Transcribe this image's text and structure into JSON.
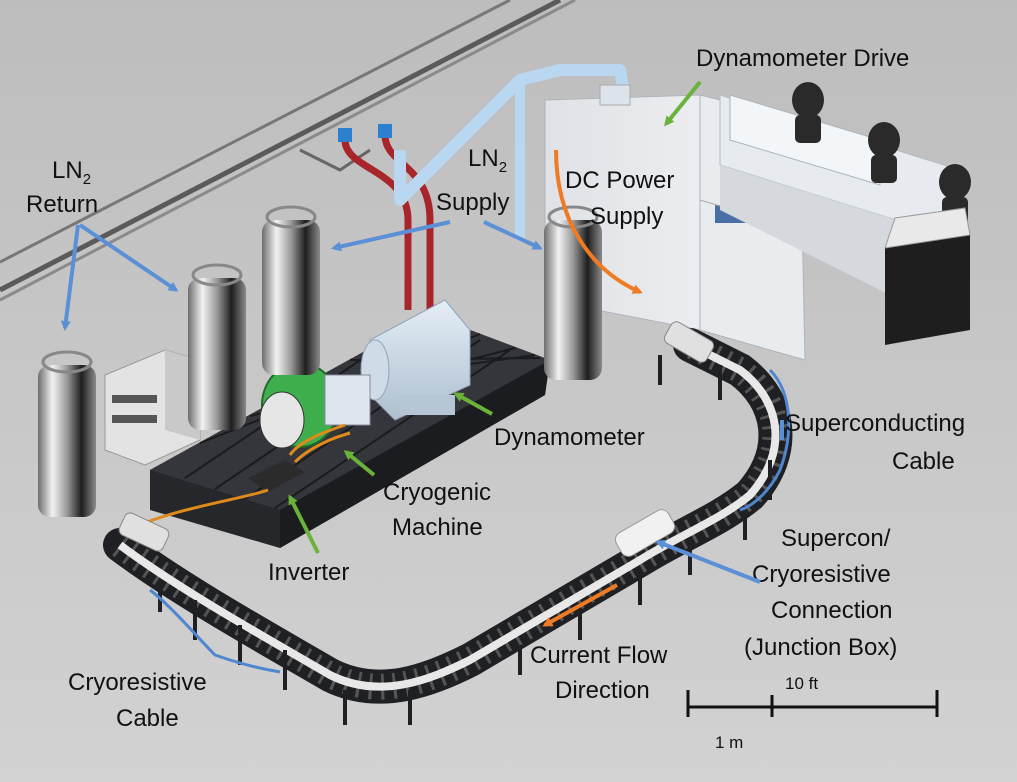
{
  "labels": {
    "dynamometer_drive": "Dynamometer Drive",
    "ln2_return": {
      "line1": "LN",
      "sub": "2",
      "line2": "Return"
    },
    "ln2_supply": {
      "line1": "LN",
      "sub": "2",
      "line2": "Supply"
    },
    "dc_power_supply": {
      "line1": "DC Power",
      "line2": "Supply"
    },
    "dynamometer": "Dynamometer",
    "superconducting_cable": {
      "line1": "Superconducting",
      "line2": "Cable"
    },
    "cryogenic_machine": {
      "line1": "Cryogenic",
      "line2": "Machine"
    },
    "inverter": "Inverter",
    "junction": {
      "line1": "Supercon/",
      "line2": "Cryoresistive",
      "line3": "Connection",
      "line4": "(Junction Box)"
    },
    "current_flow": {
      "line1": "Current Flow",
      "line2": "Direction"
    },
    "cryoresistive_cable": {
      "line1": "Cryoresistive",
      "line2": "Cable"
    }
  },
  "scale_bar": {
    "imperial": "10 ft",
    "metric": "1 m"
  },
  "colors": {
    "green_arrow": "#6bb23a",
    "blue_arrow": "#5b8fd6",
    "orange_arrow": "#f07b22",
    "floor": "#c9c9c9",
    "platform": "#26272b",
    "track": "#1f2024"
  }
}
